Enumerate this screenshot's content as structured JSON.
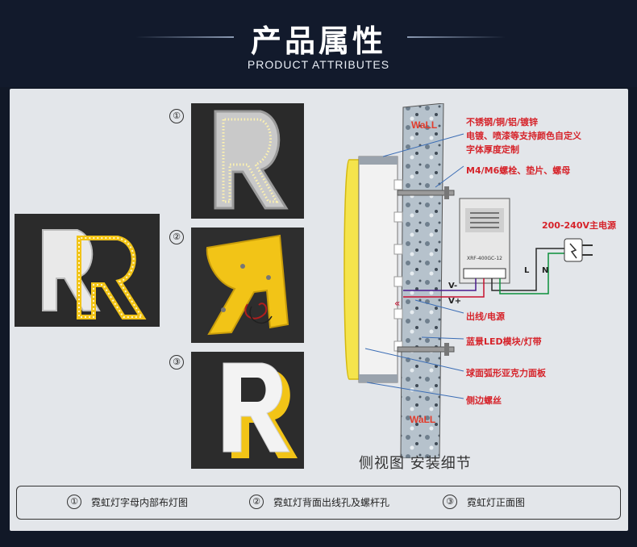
{
  "header": {
    "title": "产品属性",
    "subtitle": "PRODUCT ATTRIBUTES"
  },
  "markers": [
    "①",
    "②",
    "③"
  ],
  "diagram": {
    "wall_top": "WaLL",
    "wall_bottom": "WaLL",
    "material_line1": "不锈钢/铜/铝/镀锌",
    "material_line2": "电镀、喷漆等支持颜色自定义",
    "material_line3": "字体厚度定制",
    "bolts": "M4/M6螺栓、垫片、螺母",
    "power": "200-240V主电源",
    "vminus": "V-",
    "vplus": "V+",
    "L": "L",
    "N": "N",
    "cable": "出线/电源",
    "led": "蓝景LED模块/灯带",
    "acrylic": "球面弧形亚克力面板",
    "screw": "侧边螺丝",
    "psu_model": "XRF-400GC-12",
    "caption": "侧视图 安装细节"
  },
  "legend": [
    {
      "num": "①",
      "label": "霓虹灯字母内部布灯图"
    },
    {
      "num": "②",
      "label": "霓虹灯背面出线孔及螺杆孔"
    },
    {
      "num": "③",
      "label": "霓虹灯正面图"
    }
  ],
  "colors": {
    "background": "#111827",
    "panel": "#e3e6ea",
    "accent_red": "#d6232a",
    "letter_yellow": "#f2c417",
    "pointer_blue": "#3b6db5"
  }
}
